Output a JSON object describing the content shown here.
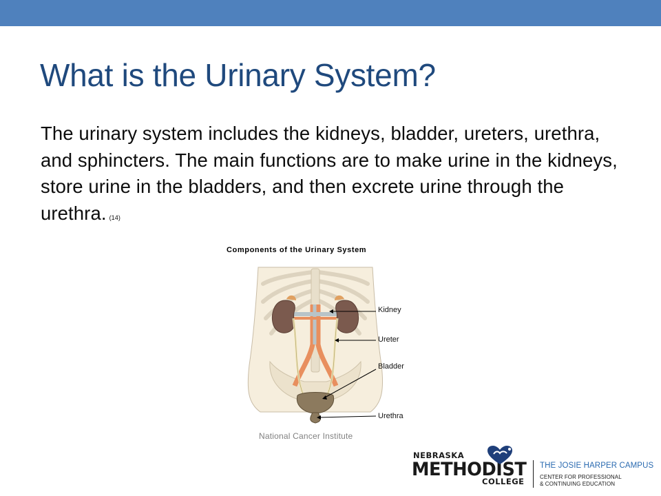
{
  "slide": {
    "title": "What is the Urinary System?",
    "body": "The urinary system includes the kidneys, bladder, ureters, urethra, and sphincters. The main functions are to make urine in the kidneys, store urine in the bladders, and then excrete urine through the urethra.",
    "citation": "(14)"
  },
  "figure": {
    "title": "Components of the Urinary System",
    "labels": {
      "kidney": "Kidney",
      "ureter": "Ureter",
      "bladder": "Bladder",
      "urethra": "Urethra"
    },
    "credit": "National Cancer Institute"
  },
  "logo": {
    "nebraska": "NEBRASKA",
    "methodist": "METHODIST",
    "college": "COLLEGE",
    "campus": "THE JOSIE HARPER CAMPUS",
    "center_line1": "CENTER FOR PROFESSIONAL",
    "center_line2": "& CONTINUING EDUCATION"
  },
  "colors": {
    "header_bar": "#4f81bd",
    "title": "#1f497d",
    "campus_blue": "#2a6ab0",
    "heart": "#1f3f7a"
  }
}
